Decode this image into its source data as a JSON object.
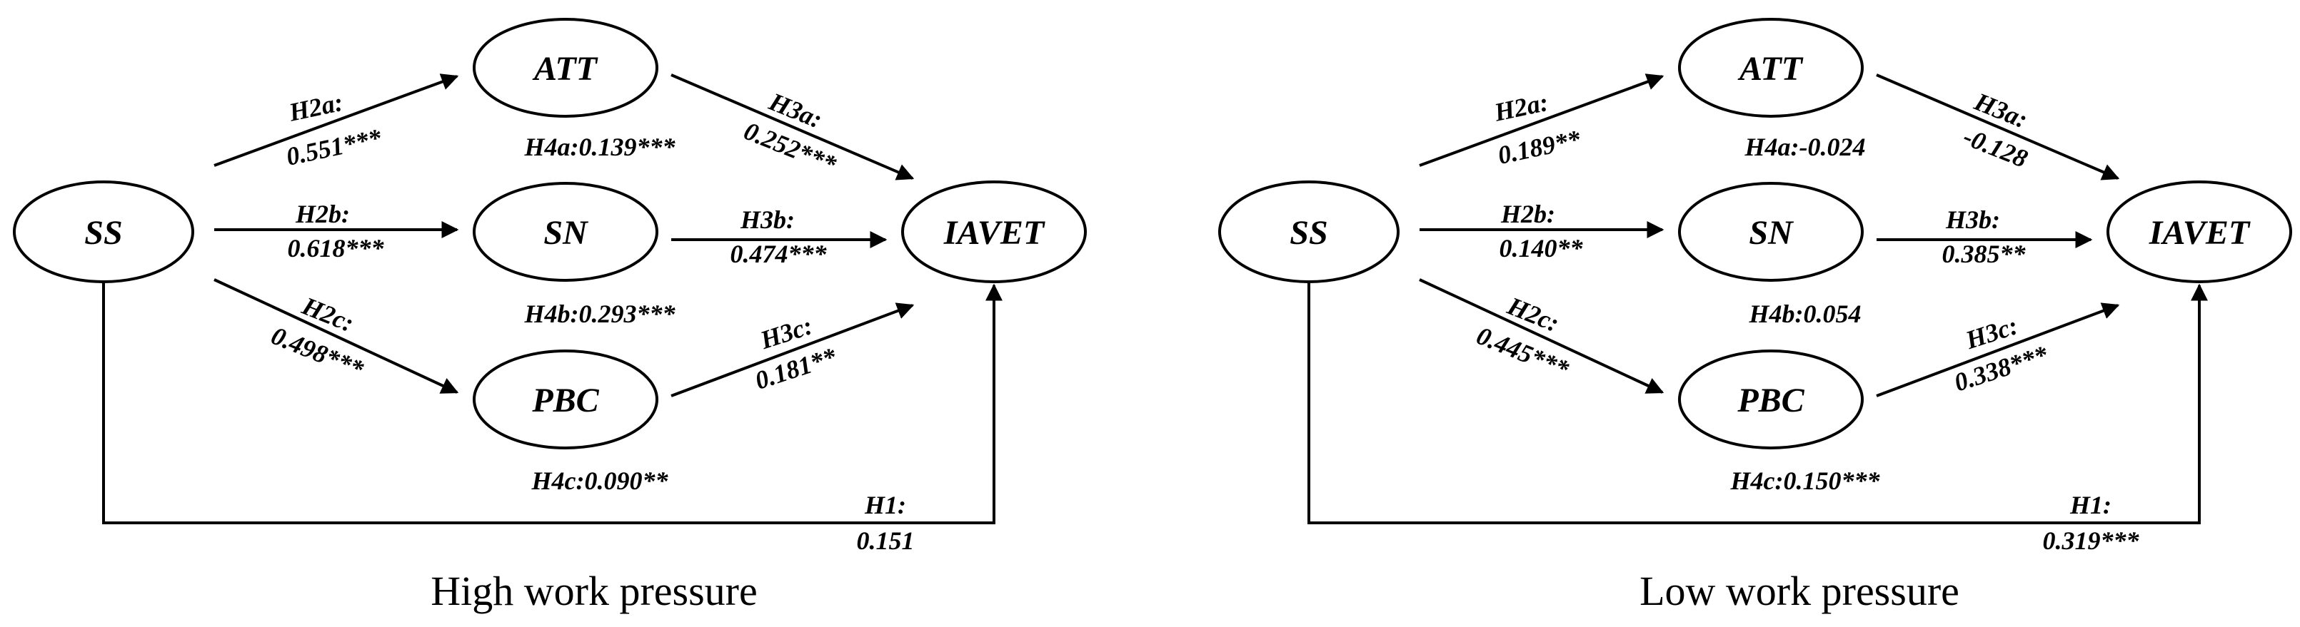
{
  "panels": [
    {
      "caption": "High work pressure",
      "nodes": {
        "ss": "SS",
        "att": "ATT",
        "sn": "SN",
        "pbc": "PBC",
        "iavet": "IAVET"
      },
      "paths": {
        "h2a": {
          "label": "H2a:",
          "value": "0.551***"
        },
        "h2b": {
          "label": "H2b:",
          "value": "0.618***"
        },
        "h2c": {
          "label": "H2c:",
          "value": "0.498***"
        },
        "h3a": {
          "label": "H3a:",
          "value": "0.252***"
        },
        "h3b": {
          "label": "H3b:",
          "value": "0.474***"
        },
        "h3c": {
          "label": "H3c:",
          "value": "0.181**"
        },
        "h1": {
          "label": "H1:",
          "value": "0.151"
        }
      },
      "indirect": {
        "h4a": "H4a:0.139***",
        "h4b": "H4b:0.293***",
        "h4c": "H4c:0.090**"
      }
    },
    {
      "caption": "Low work pressure",
      "nodes": {
        "ss": "SS",
        "att": "ATT",
        "sn": "SN",
        "pbc": "PBC",
        "iavet": "IAVET"
      },
      "paths": {
        "h2a": {
          "label": "H2a:",
          "value": "0.189**"
        },
        "h2b": {
          "label": "H2b:",
          "value": "0.140**"
        },
        "h2c": {
          "label": "H2c:",
          "value": "0.445***"
        },
        "h3a": {
          "label": "H3a:",
          "value": "-0.128"
        },
        "h3b": {
          "label": "H3b:",
          "value": "0.385**"
        },
        "h3c": {
          "label": "H3c:",
          "value": "0.338***"
        },
        "h1": {
          "label": "H1:",
          "value": "0.319***"
        }
      },
      "indirect": {
        "h4a": "H4a:-0.024",
        "h4b": "H4b:0.054",
        "h4c": "H4c:0.150***"
      }
    }
  ]
}
